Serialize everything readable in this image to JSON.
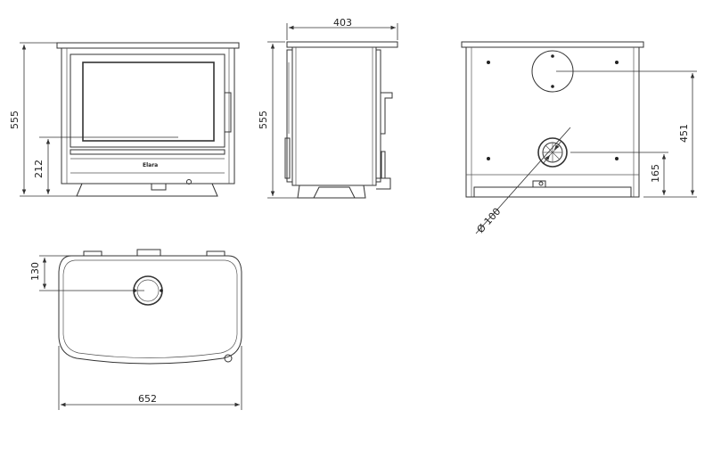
{
  "dimensions": {
    "front_height": "555",
    "front_lower_height": "212",
    "side_depth": "403",
    "side_height": "555",
    "rear_outlet_height": "451",
    "rear_inlet_height": "165",
    "rear_inlet_diameter": "Ø 100",
    "top_outlet_offset": "130",
    "top_width": "652"
  },
  "front_view": {
    "brand_text": "Elara"
  }
}
